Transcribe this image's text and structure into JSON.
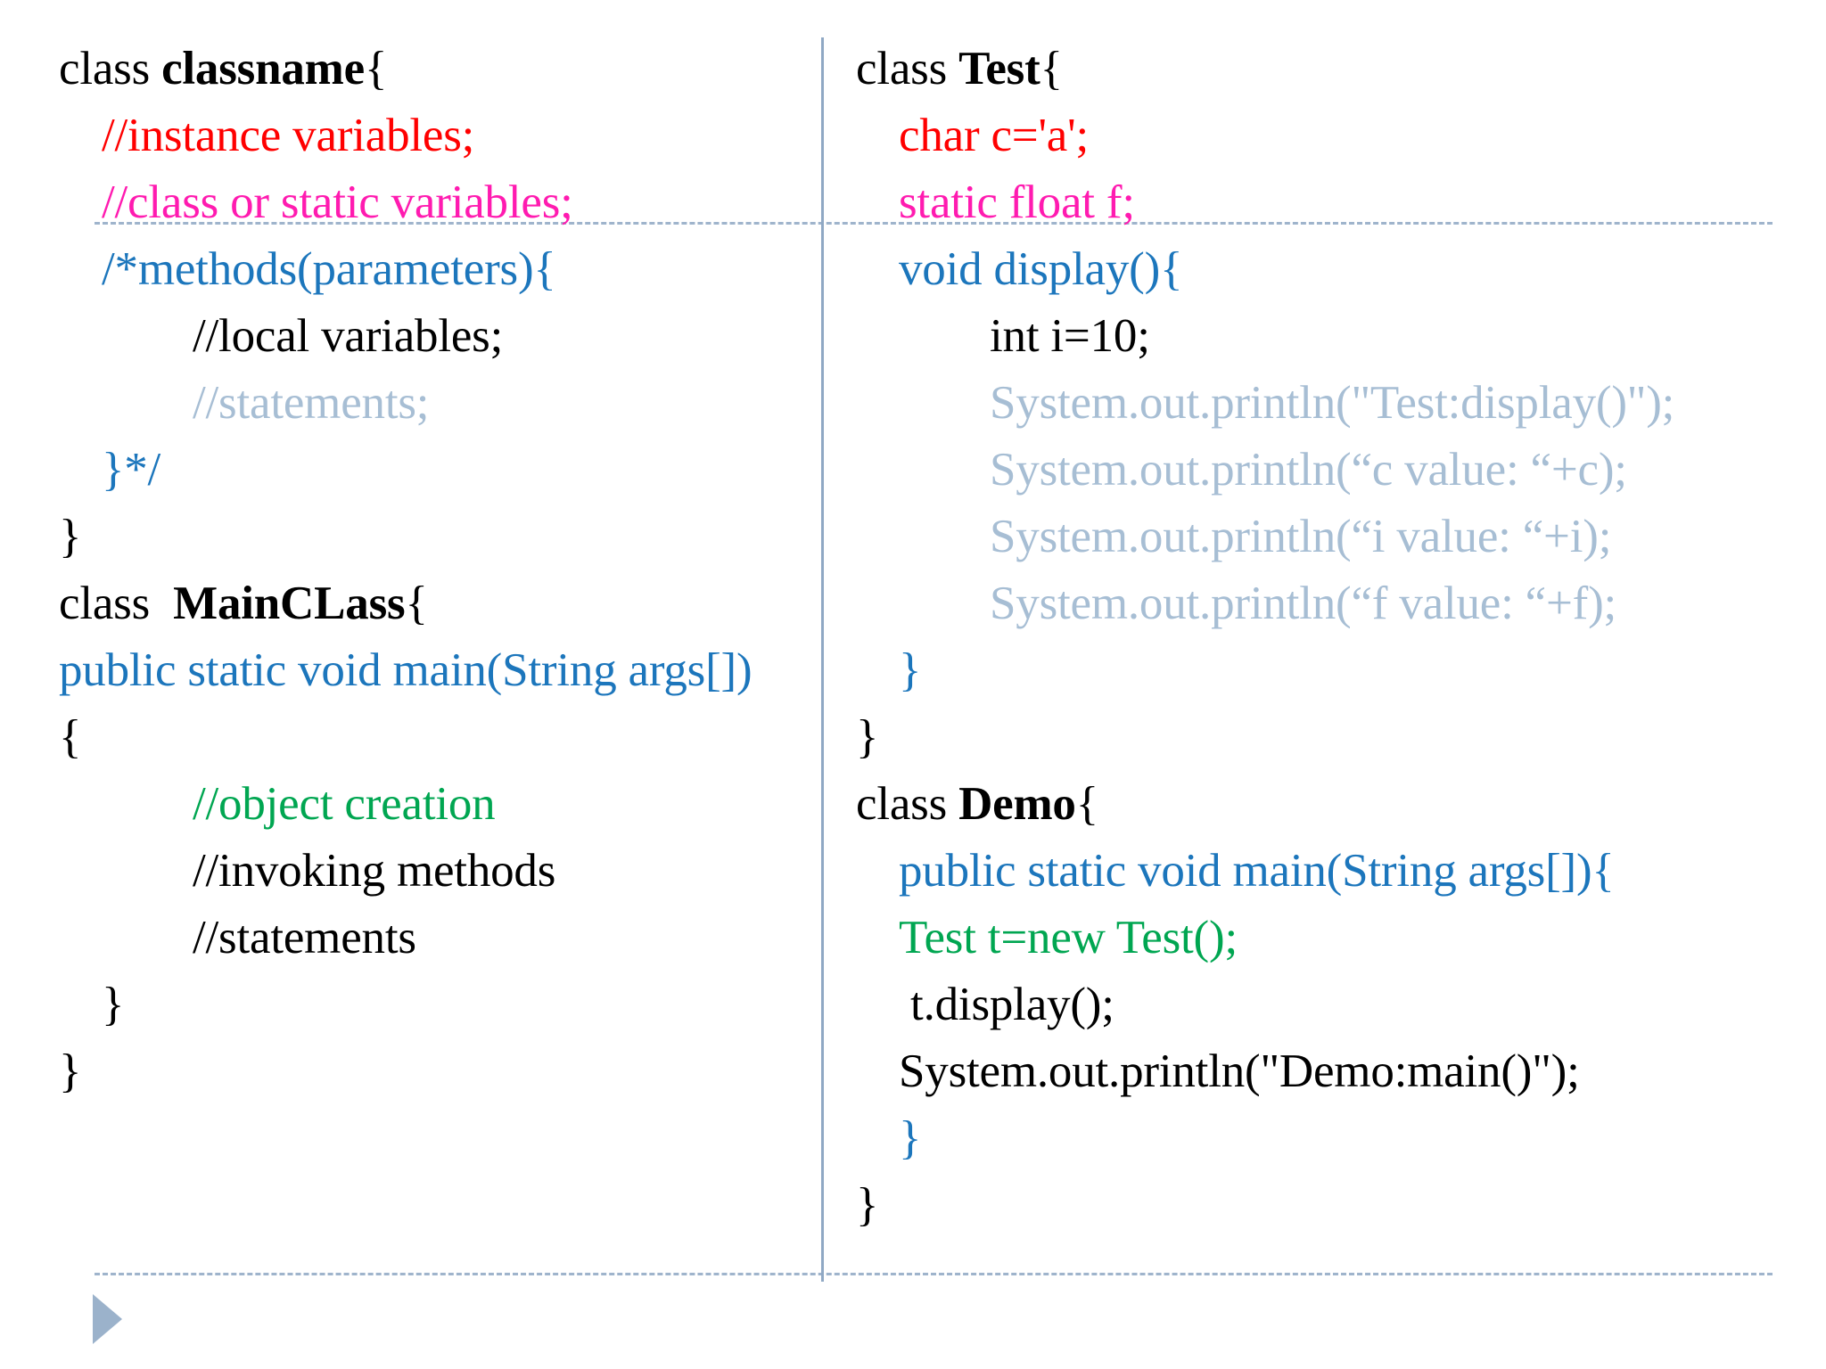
{
  "slide": {
    "background_color": "#ffffff",
    "divider_color": "#8fa8c4",
    "dashed_rule_color": "#9fb4cc",
    "play_marker_color": "#9bb2cb",
    "palette": {
      "black": "#000000",
      "red": "#ff0000",
      "pink": "#ff1bb0",
      "blue": "#1c76bc",
      "grey": "#a7bed4",
      "green": "#00a651"
    }
  },
  "left_column": {
    "lines": [
      {
        "plain": "class ",
        "bold": "classname",
        "tail": "{"
      },
      {
        "text": "//instance variables;"
      },
      {
        "text": "//class or static variables;"
      },
      {
        "text": "/*methods(parameters){"
      },
      {
        "text": "//local variables;"
      },
      {
        "text": "//statements;"
      },
      {
        "text": "}*/"
      },
      {
        "text": "}"
      },
      {
        "plain": "class  ",
        "bold": "MainCLass",
        "tail": "{"
      },
      {
        "text": "public static void main(String args[])"
      },
      {
        "text": "{"
      },
      {
        "text": "//object creation"
      },
      {
        "text": "//invoking methods"
      },
      {
        "text": "//statements"
      },
      {
        "text": "}"
      },
      {
        "text": "}"
      }
    ],
    "l0_plain": "class ",
    "l0_bold": "classname",
    "l0_tail": "{",
    "l1": "//instance variables;",
    "l2": "//class or static variables;",
    "l3": "/*methods(parameters){",
    "l4": "//local variables;",
    "l5": "//statements;",
    "l6": "}*/",
    "l7": "}",
    "l8_plain": "class  ",
    "l8_bold": "MainCLass",
    "l8_tail": "{",
    "l9": "public static void main(String args[])",
    "l10": "{",
    "l11": "//object creation",
    "l12": "//invoking methods",
    "l13": "//statements",
    "l14": "}",
    "l15": "}"
  },
  "right_column": {
    "lines": [
      {
        "plain": "class ",
        "bold": "Test",
        "tail": "{"
      },
      {
        "text": "char c='a';"
      },
      {
        "text": "static float f;"
      },
      {
        "text": "void display(){"
      },
      {
        "text": "int i=10;"
      },
      {
        "text": "System.out.println(\"Test:display()\");"
      },
      {
        "text": "System.out.println(“c value: “+c);"
      },
      {
        "text": "System.out.println(“i value: “+i);"
      },
      {
        "text": "System.out.println(“f value: “+f);"
      },
      {
        "text": "}"
      },
      {
        "text": "}"
      },
      {
        "plain": "class ",
        "bold": "Demo",
        "tail": "{"
      },
      {
        "text": "public static void main(String args[]){"
      },
      {
        "text": "Test t=new Test();"
      },
      {
        "text": " t.display();"
      },
      {
        "text": "System.out.println(\"Demo:main()\");"
      },
      {
        "text": "}"
      },
      {
        "text": "}"
      }
    ],
    "r0_plain": "class ",
    "r0_bold": "Test",
    "r0_tail": "{",
    "r1": "char c='a';",
    "r2": "static float f;",
    "r3": "void display(){",
    "r4": "int i=10;",
    "r5": "System.out.println(\"Test:display()\");",
    "r6": "System.out.println(“c value: “+c);",
    "r7": "System.out.println(“i value: “+i);",
    "r8": "System.out.println(“f value: “+f);",
    "r9": "}",
    "r10": "}",
    "r11_plain": "class ",
    "r11_bold": "Demo",
    "r11_tail": "{",
    "r12": "public static void main(String args[]){",
    "r13": "Test t=new Test();",
    "r14": " t.display();",
    "r15": "System.out.println(\"Demo:main()\");",
    "r16": "}",
    "r17": "}"
  }
}
